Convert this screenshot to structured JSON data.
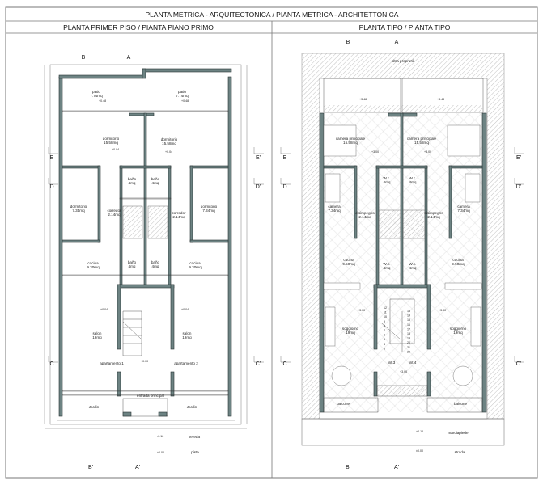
{
  "sheet": {
    "title": "PLANTA METRICA - ARQUITECTONICA / PIANTA METRICA - ARCHITETTONICA",
    "left_title": "PLANTA PRIMER PISO / PIANTA PIANO PRIMO",
    "right_title": "PLANTA TIPO / PIANTA TIPO"
  },
  "colors": {
    "wall": "#6d8383",
    "line": "#222222",
    "hatch": "#999999"
  },
  "left_plan": {
    "sections": {
      "b": "B",
      "a": "A",
      "b2": "B'",
      "a2": "A'",
      "e": "E",
      "d": "D",
      "c": "C",
      "e2": "E'",
      "d2": "D'",
      "c2": "C'"
    },
    "rooms": {
      "patio_name": "patio",
      "patio_area": "7.74mq",
      "dorm_big_name": "dormitorio",
      "dorm_big_area": "15.58mq",
      "dorm_small_name": "dormitorio",
      "dorm_small_area": "7.34mq",
      "bath_name": "baño",
      "bath_area": "4mq",
      "corr_name": "corredor",
      "corr_area": "2.14mq",
      "kitchen_name": "cocina",
      "kitchen_area": "9.30mq",
      "living_name": "salon",
      "living_area": "19mq",
      "apt1": "apartamento 1",
      "apt2": "apartamento 2",
      "entrance": "entrada principal",
      "garden": "Jardin",
      "sidewalk": "vereda",
      "road": "pista"
    },
    "levels": {
      "patio": "+0.48",
      "floor": "+0.04",
      "hall": "+0.00",
      "sidewalk": "-0.16",
      "road": "±0.00"
    }
  },
  "right_plan": {
    "sections": {
      "b": "B",
      "a": "A",
      "b2": "B'",
      "a2": "A'",
      "e": "E",
      "d": "D",
      "c": "C",
      "e2": "E'",
      "d2": "D'",
      "c2": "C'"
    },
    "rooms": {
      "neighbor": "altra proprietà",
      "master_name": "camera principale",
      "master_area": "15.58mq",
      "room_name": "camera",
      "room_area": "7.34mq",
      "wc_name": "W.c.",
      "wc_area": "4mq",
      "hall_name": "disimpegno",
      "hall_area": "2.14mq",
      "kitchen_name": "cucina",
      "kitchen_area": "9.50mq",
      "living_name": "soggiorno",
      "living_area": "19mq",
      "int3": "int.3",
      "int4": "int.4",
      "balcony": "balcone",
      "sidewalk": "marciapiede",
      "road": "strada"
    },
    "stairs": [
      "12",
      "11",
      "10",
      "9",
      "8",
      "7",
      "6",
      "5",
      "4",
      "3",
      "13",
      "14",
      "15",
      "16",
      "17",
      "18",
      "19",
      "20",
      "21",
      "22"
    ],
    "levels": {
      "terrace": "+3.48",
      "floor": "+3.00",
      "hall": "+3.00",
      "sidewalk": "+0.16",
      "road": "±0.00"
    }
  }
}
